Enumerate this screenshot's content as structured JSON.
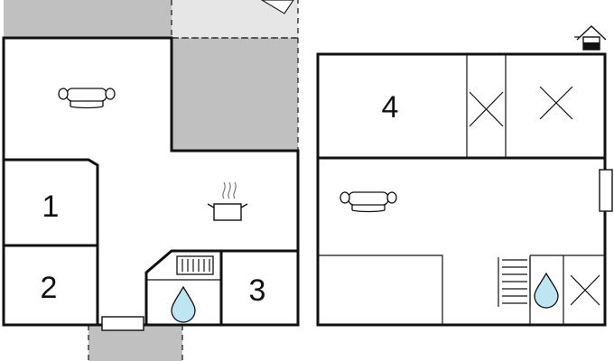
{
  "plan": {
    "ground_floor": {
      "rooms": [
        {
          "label": "1"
        },
        {
          "label": "2"
        },
        {
          "label": "3"
        }
      ],
      "icons": [
        "sofa-icon",
        "cooking-pot-icon",
        "shower-drop-icon",
        "radiator-icon"
      ]
    },
    "upper_floor": {
      "rooms": [
        {
          "label": "4"
        }
      ],
      "icons": [
        "sofa-icon",
        "shower-drop-icon",
        "closet-x-icon",
        "staircase-icon",
        "window-icon",
        "compass-house-icon"
      ]
    },
    "colors": {
      "terrace_fill": "#c0c0c0",
      "light_terrace_fill": "#e6e6e6",
      "wall": "#111111",
      "water_drop": "#bde6f2"
    }
  }
}
